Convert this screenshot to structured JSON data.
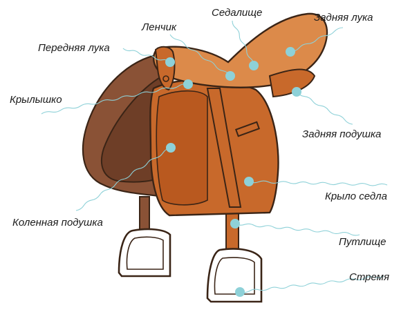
{
  "labels": {
    "seat": "Седалище",
    "cantle": "Задняя лука",
    "tree_point": "Ленчик",
    "pommel": "Передняя лука",
    "flap_small": "Крылышко",
    "rear_panel": "Задняя подушка",
    "saddle_flap": "Крыло седла",
    "knee_roll": "Коленная подушка",
    "stirrup_leather": "Путлище",
    "stirrup": "Стремя"
  },
  "colors": {
    "leather_tan": "#c8692b",
    "leather_light": "#dc8a4a",
    "leather_dark": "#8a5236",
    "leather_darker": "#6e3e27",
    "outline": "#3a2416",
    "dot": "#8ed1d8",
    "leader": "#8ed1d8"
  }
}
